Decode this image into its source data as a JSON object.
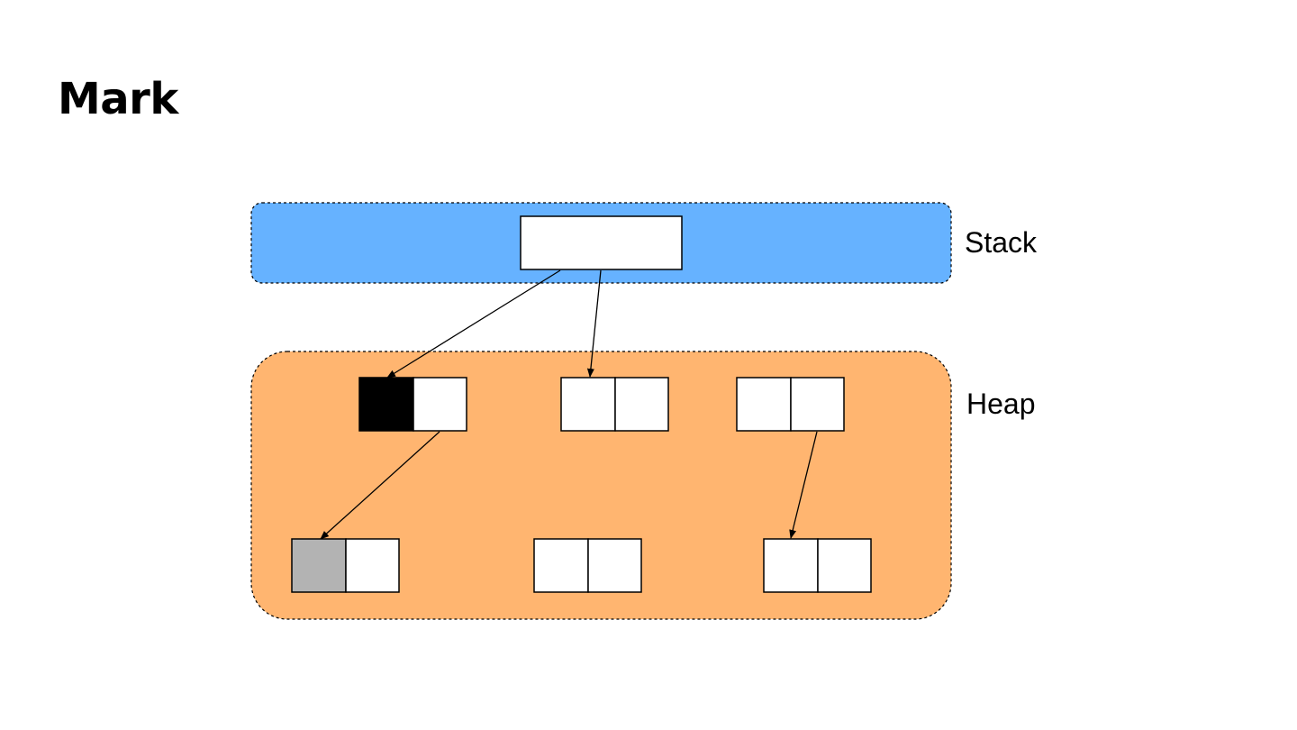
{
  "title": "Mark",
  "regions": {
    "stack": {
      "label": "Stack",
      "fill": "#66B2FF"
    },
    "heap": {
      "label": "Heap",
      "fill": "#FFB570"
    }
  },
  "objects": {
    "stack_ref": {
      "cells": [
        "#FFFFFF"
      ]
    },
    "heap_obj_top_1": {
      "cells": [
        "#000000",
        "#FFFFFF"
      ]
    },
    "heap_obj_top_2": {
      "cells": [
        "#FFFFFF",
        "#FFFFFF"
      ]
    },
    "heap_obj_top_3": {
      "cells": [
        "#FFFFFF",
        "#FFFFFF"
      ]
    },
    "heap_obj_bottom_1": {
      "cells": [
        "#B3B3B3",
        "#FFFFFF"
      ]
    },
    "heap_obj_bottom_2": {
      "cells": [
        "#FFFFFF",
        "#FFFFFF"
      ]
    },
    "heap_obj_bottom_3": {
      "cells": [
        "#FFFFFF",
        "#FFFFFF"
      ]
    }
  },
  "references": [
    {
      "from": "stack_ref",
      "to": "heap_obj_top_1"
    },
    {
      "from": "stack_ref",
      "to": "heap_obj_top_2"
    },
    {
      "from": "heap_obj_top_1",
      "to": "heap_obj_bottom_1"
    },
    {
      "from": "heap_obj_top_3",
      "to": "heap_obj_bottom_3"
    }
  ]
}
